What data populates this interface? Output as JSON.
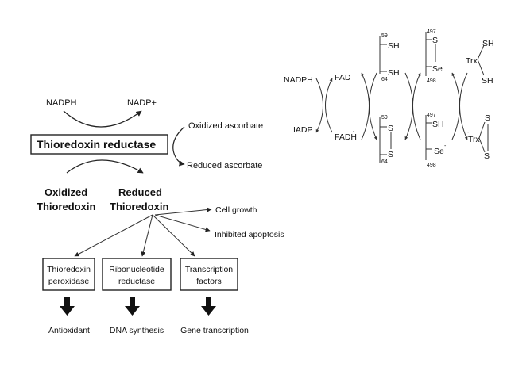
{
  "left_diagram": {
    "cofactor_in": "NADPH",
    "cofactor_out": "NADP+",
    "enzyme": "Thioredoxin reductase",
    "oxidized_ascorbate": "Oxidized ascorbate",
    "reduced_ascorbate": "Reduced ascorbate",
    "oxidized_trx": [
      "Oxidized",
      "Thioredoxin"
    ],
    "reduced_trx": [
      "Reduced",
      "Thioredoxin"
    ],
    "cell_growth": "Cell growth",
    "inhibited_apoptosis": "Inhibited apoptosis",
    "boxes": [
      {
        "line1": "Thioredoxin",
        "line2": "peroxidase"
      },
      {
        "line1": "Ribonucleotide",
        "line2": "reductase"
      },
      {
        "line1": "Transcription",
        "line2": "factors"
      }
    ],
    "outcomes": [
      "Antioxidant",
      "DNA synthesis",
      "Gene transcription"
    ]
  },
  "right_diagram": {
    "nadph": "NADPH",
    "adp": "IADP",
    "fad": "FAD",
    "fadh": "FADH",
    "fadh_sup": "-",
    "n59": "59",
    "n64": "64",
    "n497": "497",
    "n498": "498",
    "sh": "SH",
    "s": "S",
    "se": "Se",
    "se_sup": "-",
    "trx": "Trx",
    "trx_sup": "-"
  }
}
